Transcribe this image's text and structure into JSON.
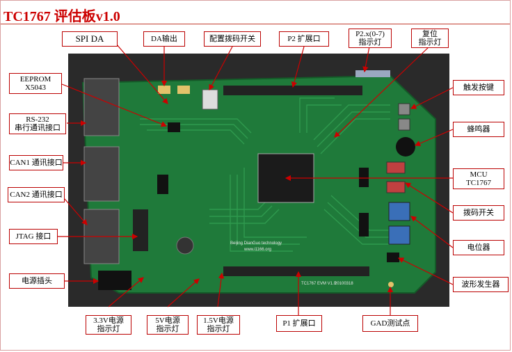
{
  "title": "TC1767 评估板v1.0",
  "colors": {
    "title": "#cc0000",
    "label_border": "#bb0000",
    "arrow": "#cc0000",
    "pcb": "#1f7a3a"
  },
  "silk": {
    "company": "Beijing DianGuo technology",
    "url": "www.i1166.org",
    "model": "TC1767 EVM V1.0",
    "date": "20100318"
  },
  "labels": {
    "spi_da": [
      "SPI DA"
    ],
    "da_output": [
      "DA输出"
    ],
    "dip_config": [
      "配置拨码开关"
    ],
    "p2_ext": [
      "P2 扩展口"
    ],
    "p2_leds": [
      "P2.x(0-7)",
      "指示灯"
    ],
    "reset_led": [
      "复位",
      "指示灯"
    ],
    "eeprom": [
      "EEPROM",
      "X5043"
    ],
    "rs232": [
      "RS-232",
      "串行通讯接口"
    ],
    "can1": [
      "CAN1 通讯接口"
    ],
    "can2": [
      "CAN2 通讯接口"
    ],
    "jtag": [
      "JTAG 接口"
    ],
    "power_jack": [
      "电源插头"
    ],
    "trigger_key": [
      "触发按键"
    ],
    "buzzer": [
      "蜂鸣器"
    ],
    "mcu": [
      "MCU",
      "TC1767"
    ],
    "toggle_switch": [
      "拨码开关"
    ],
    "potentiometer": [
      "电位器"
    ],
    "wave_gen": [
      "波形发生器"
    ],
    "led_33v": [
      "3.3V电源",
      "指示灯"
    ],
    "led_5v": [
      "5V电源",
      "指示灯"
    ],
    "led_15v": [
      "1.5V电源",
      "指示灯"
    ],
    "p1_ext": [
      "P1 扩展口"
    ],
    "gad_test": [
      "GAD测试点"
    ]
  }
}
